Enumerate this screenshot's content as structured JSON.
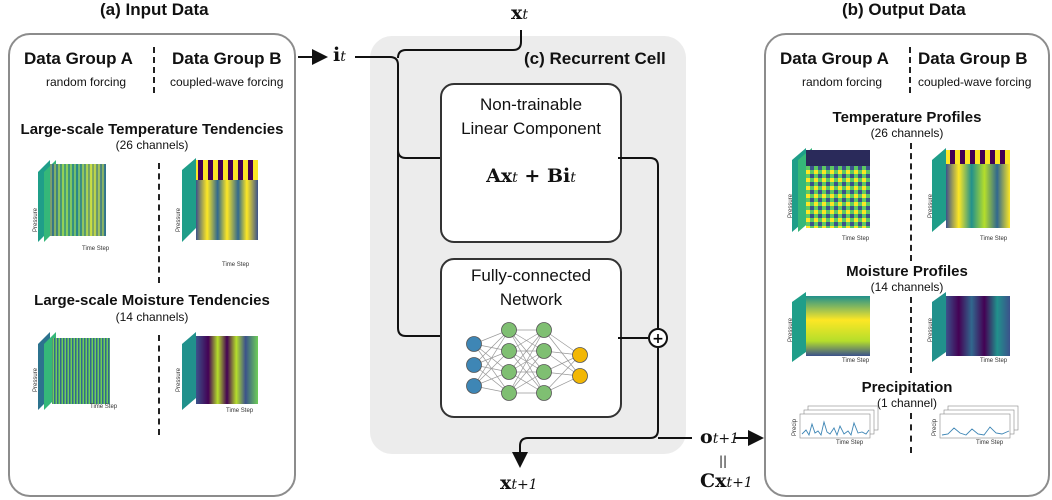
{
  "input_panel": {
    "title": "(a) Input Data",
    "group_a": {
      "name": "Data Group A",
      "sub": "random forcing"
    },
    "group_b": {
      "name": "Data Group B",
      "sub": "coupled-wave forcing"
    },
    "temp": {
      "title": "Large-scale Temperature Tendencies",
      "channels": "(26 channels)"
    },
    "moist": {
      "title": "Large-scale Moisture Tendencies",
      "channels": "(14 channels)"
    }
  },
  "output_panel": {
    "title": "(b) Output Data",
    "group_a": {
      "name": "Data Group A",
      "sub": "random forcing"
    },
    "group_b": {
      "name": "Data Group B",
      "sub": "coupled-wave forcing"
    },
    "temp": {
      "title": "Temperature Profiles",
      "channels": "(26 channels)"
    },
    "moist": {
      "title": "Moisture Profiles",
      "channels": "(14 channels)"
    },
    "precip": {
      "title": "Precipitation",
      "channels": "(1 channel)"
    }
  },
  "cell": {
    "title": "(c) Recurrent Cell",
    "linear": {
      "line1": "Non-trainable",
      "line2": "Linear Component",
      "eq_a": "Ax",
      "eq_sub1": "t",
      "eq_plus": " + Bi",
      "eq_sub2": "t"
    },
    "fcn": {
      "line1": "Fully-connected",
      "line2": "Network"
    }
  },
  "math": {
    "x_base": "x",
    "x_sub": "t",
    "i_base": "i",
    "i_sub": "t",
    "xnext_base": "x",
    "xnext_sub": "t+1",
    "o_base": "o",
    "o_sub": "t+1",
    "eq_sign": "||",
    "cx_base": "Cx",
    "cx_sub": "t+1"
  },
  "thumb_labels": {
    "pressure": "Pressure",
    "time": "Time Step",
    "precip": "Precip"
  },
  "colors": {
    "panel_border": "#8c8c8c",
    "cell_bg": "#ececec",
    "node_blue": "#3e86b5",
    "node_green": "#7fbf72",
    "node_yellow": "#f2b705"
  }
}
